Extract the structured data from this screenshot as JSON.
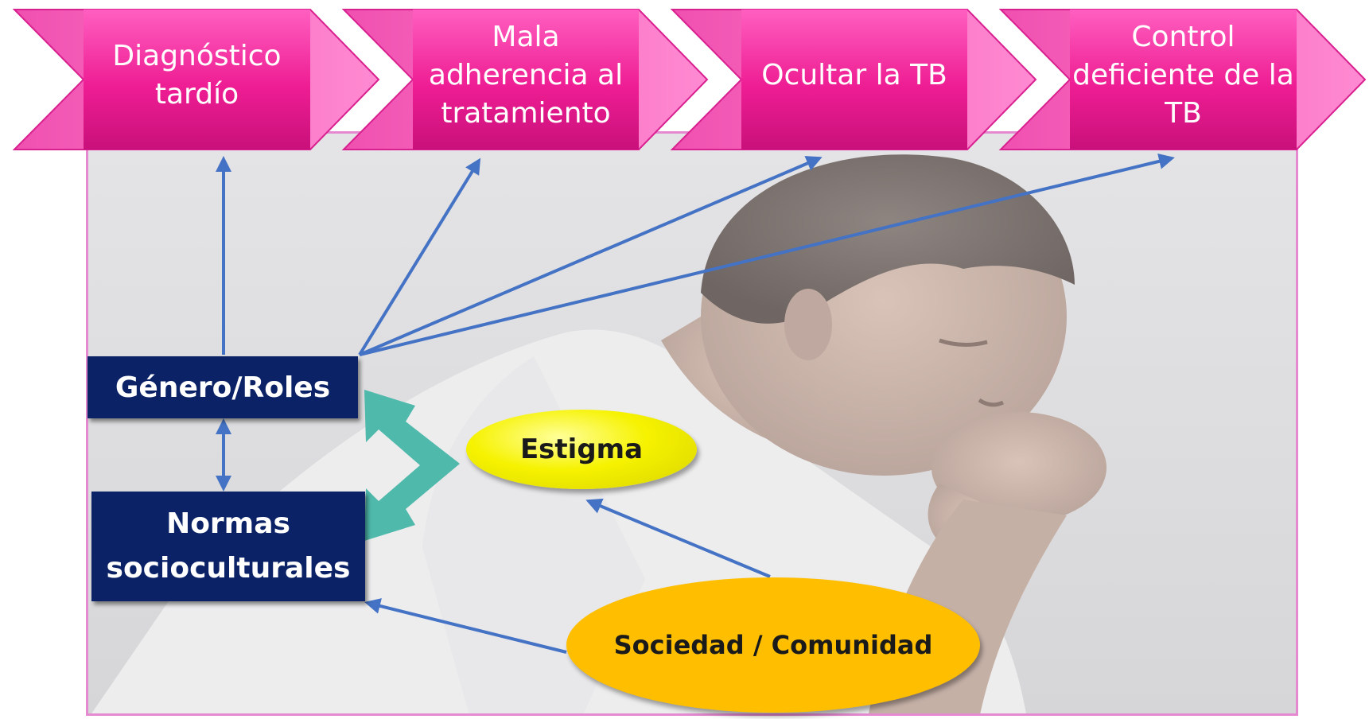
{
  "chevrons": [
    {
      "label": "Diagnóstico tardío"
    },
    {
      "label": "Mala adherencia al tratamiento"
    },
    {
      "label": "Ocultar la TB"
    },
    {
      "label": "Control deficiente de la TB"
    }
  ],
  "boxes": {
    "genero": "Género/Roles",
    "normas": "Normas socioculturales"
  },
  "ellipses": {
    "estigma": "Estigma",
    "sociedad": "Sociedad / Comunidad"
  },
  "colors": {
    "chevron": "#ee1d93",
    "chevron_light": "#ff6ec4",
    "box": "#0b2266",
    "arrow": "#4472c4",
    "bracket_arrow": "#4fb9ab",
    "estigma": "#f6f200",
    "sociedad": "#ffbf00",
    "frame": "#e58ad0"
  }
}
